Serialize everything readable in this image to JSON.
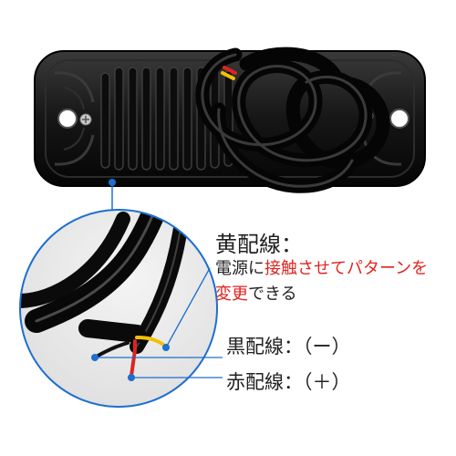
{
  "labels": {
    "yellow_wire_title": "黄配線：",
    "yellow_note_line1_prefix": "電源に",
    "yellow_note_line1_highlight": "接触させてパターンを",
    "yellow_note_line2_highlight": "変更",
    "yellow_note_line2_suffix": "できる",
    "black_wire": "黒配線：（ー）",
    "red_wire": "赤配線：（＋）"
  },
  "colors": {
    "highlight_text": "#e0231f",
    "callout_line": "#1e6fd0",
    "wire_yellow": "#f2c200",
    "wire_red": "#e0231f",
    "wire_black": "#111111"
  }
}
